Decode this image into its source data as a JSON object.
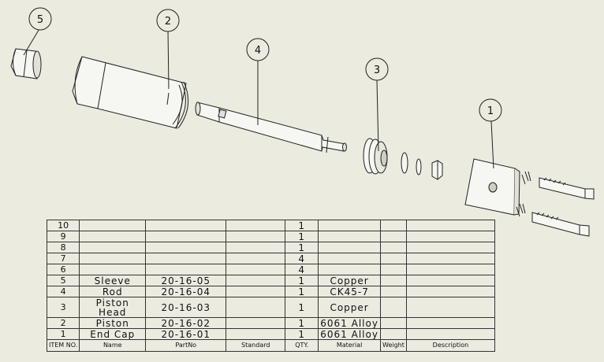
{
  "balloons": [
    {
      "id": "balloon-5",
      "label": "5"
    },
    {
      "id": "balloon-2",
      "label": "2"
    },
    {
      "id": "balloon-4",
      "label": "4"
    },
    {
      "id": "balloon-3",
      "label": "3"
    },
    {
      "id": "balloon-1",
      "label": "1"
    }
  ],
  "bom": {
    "headers": [
      "ITEM NO.",
      "Name",
      "PartNo",
      "Standard",
      "QTY.",
      "Material",
      "Weight",
      "Description"
    ],
    "rows": [
      {
        "item": "10",
        "name": "",
        "partno": "",
        "standard": "",
        "qty": "1",
        "material": "",
        "weight": "",
        "description": ""
      },
      {
        "item": "9",
        "name": "",
        "partno": "",
        "standard": "",
        "qty": "1",
        "material": "",
        "weight": "",
        "description": ""
      },
      {
        "item": "8",
        "name": "",
        "partno": "",
        "standard": "",
        "qty": "1",
        "material": "",
        "weight": "",
        "description": ""
      },
      {
        "item": "7",
        "name": "",
        "partno": "",
        "standard": "",
        "qty": "4",
        "material": "",
        "weight": "",
        "description": ""
      },
      {
        "item": "6",
        "name": "",
        "partno": "",
        "standard": "",
        "qty": "4",
        "material": "",
        "weight": "",
        "description": ""
      },
      {
        "item": "5",
        "name": "Sleeve",
        "partno": "20-16-05",
        "standard": "",
        "qty": "1",
        "material": "Copper",
        "weight": "",
        "description": ""
      },
      {
        "item": "4",
        "name": "Rod",
        "partno": "20-16-04",
        "standard": "",
        "qty": "1",
        "material": "CK45-7",
        "weight": "",
        "description": ""
      },
      {
        "item": "3",
        "name": "Piston Head",
        "partno": "20-16-03",
        "standard": "",
        "qty": "1",
        "material": "Copper",
        "weight": "",
        "description": ""
      },
      {
        "item": "2",
        "name": "Piston",
        "partno": "20-16-02",
        "standard": "",
        "qty": "1",
        "material": "6061 Alloy",
        "weight": "",
        "description": ""
      },
      {
        "item": "1",
        "name": "End Cap",
        "partno": "20-16-01",
        "standard": "",
        "qty": "1",
        "material": "6061 Alloy",
        "weight": "",
        "description": ""
      }
    ]
  }
}
